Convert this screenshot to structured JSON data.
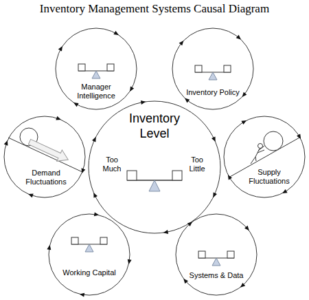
{
  "diagram": {
    "title": "Inventory Management Systems Causal Diagram",
    "nodes": [
      {
        "text": [
          "Manager Intelligence"
        ]
      },
      {
        "text": [
          "Inventory Policy"
        ]
      },
      {
        "text": [
          "Demand Fluctuations"
        ]
      },
      {
        "text": [
          "Inventory Level",
          "Too Much",
          "Too Little"
        ]
      },
      {
        "text": [
          "Supply Fluctuations"
        ]
      },
      {
        "text": [
          "Working Capital"
        ]
      },
      {
        "text": [
          "Systems & Data"
        ]
      }
    ]
  }
}
